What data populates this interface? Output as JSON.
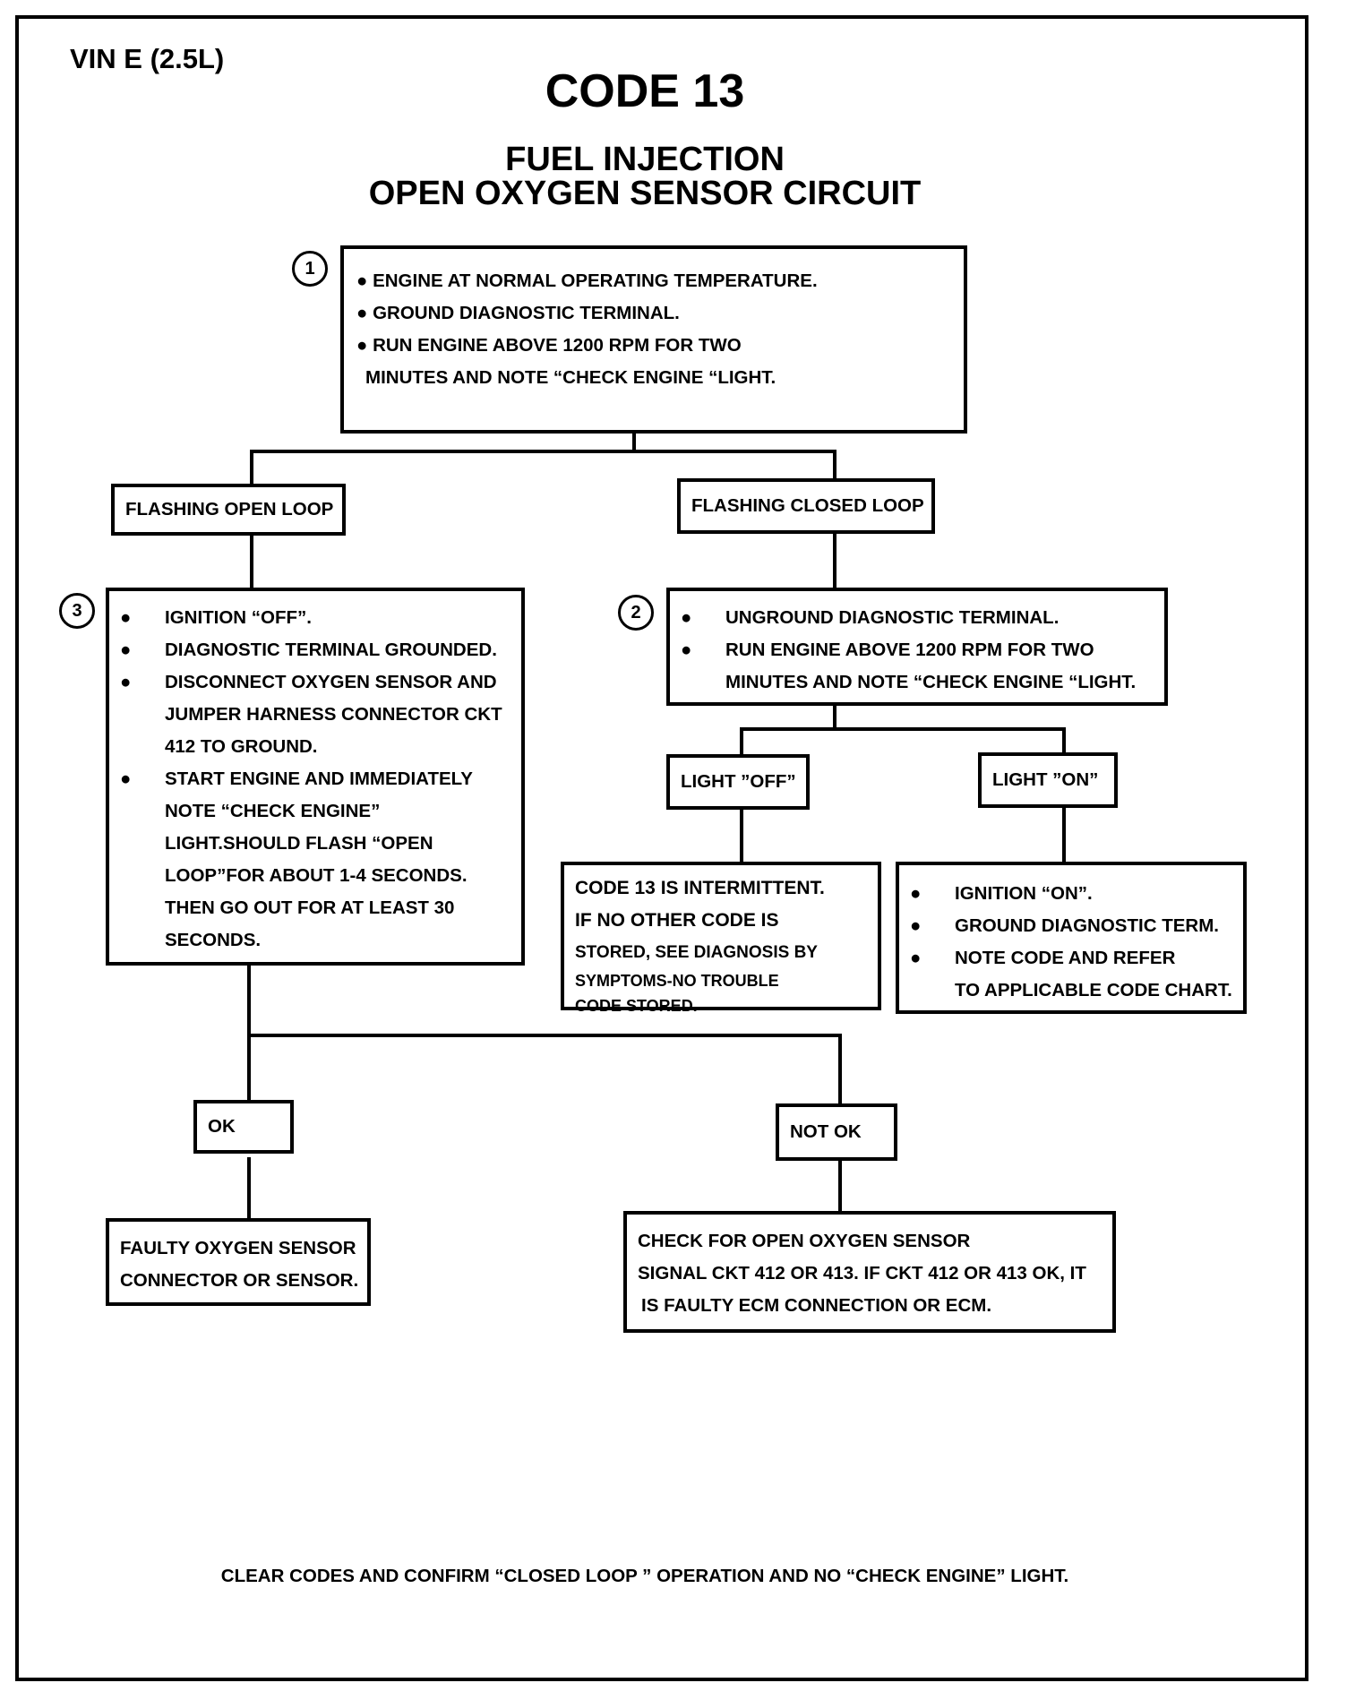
{
  "header": {
    "vin": "VIN E (2.5L)",
    "code": "CODE 13",
    "subtitle_line1": "FUEL INJECTION",
    "subtitle_line2": "OPEN OXYGEN SENSOR CIRCUIT"
  },
  "step1": {
    "number": "1",
    "items": [
      "ENGINE AT NORMAL OPERATING TEMPERATURE.",
      "GROUND DIAGNOSTIC TERMINAL.",
      "RUN ENGINE ABOVE 1200 RPM FOR TWO",
      "MINUTES AND NOTE “CHECK ENGINE “LIGHT."
    ]
  },
  "branch_left": {
    "label": "FLASHING OPEN LOOP"
  },
  "branch_right": {
    "label": "FLASHING CLOSED LOOP"
  },
  "step3": {
    "number": "3",
    "items": [
      "IGNITION “OFF”.",
      "DIAGNOSTIC TERMINAL GROUNDED.",
      "DISCONNECT OXYGEN SENSOR AND",
      "JUMPER HARNESS CONNECTOR CKT",
      "412 TO GROUND.",
      "START ENGINE AND IMMEDIATELY",
      "NOTE “CHECK ENGINE”",
      "LIGHT.SHOULD FLASH “OPEN",
      "LOOP”FOR ABOUT 1-4 SECONDS.",
      "THEN GO OUT FOR AT LEAST 30",
      "SECONDS."
    ]
  },
  "step2": {
    "number": "2",
    "items": [
      "UNGROUND DIAGNOSTIC TERMINAL.",
      "RUN ENGINE ABOVE 1200 RPM FOR TWO",
      "MINUTES AND NOTE “CHECK ENGINE “LIGHT."
    ]
  },
  "light_off": {
    "label": "LIGHT ”OFF”"
  },
  "light_on": {
    "label": "LIGHT ”ON”"
  },
  "intermittent": {
    "lines": [
      "CODE 13 IS INTERMITTENT.",
      "IF NO OTHER CODE IS",
      "STORED,  SEE DIAGNOSIS  BY",
      "SYMPTOMS-NO TROUBLE",
      "CODE STORED."
    ]
  },
  "ignition_on": {
    "items": [
      "IGNITION “ON”.",
      "GROUND DIAGNOSTIC TERM.",
      "NOTE CODE AND REFER",
      "TO APPLICABLE CODE CHART."
    ]
  },
  "ok": {
    "label": "OK"
  },
  "not_ok": {
    "label": "NOT OK"
  },
  "faulty_sensor": {
    "lines": [
      "FAULTY OXYGEN SENSOR",
      "CONNECTOR OR SENSOR."
    ]
  },
  "check_open": {
    "lines": [
      "CHECK FOR OPEN OXYGEN SENSOR",
      "SIGNAL CKT 412 OR 413.  IF CKT 412 OR 413 OK, IT",
      "IS FAULTY  ECM CONNECTION OR ECM."
    ]
  },
  "footer": {
    "text": "CLEAR CODES AND CONFIRM “CLOSED LOOP ” OPERATION AND NO “CHECK ENGINE” LIGHT."
  }
}
